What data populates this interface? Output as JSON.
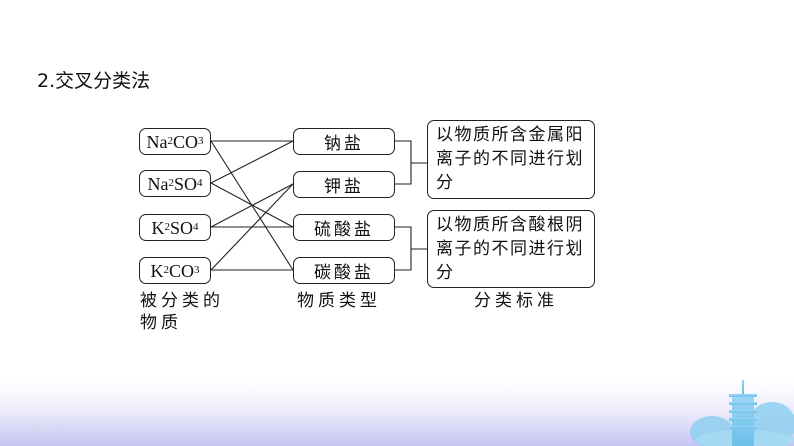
{
  "heading": "2.交叉分类法",
  "substances": [
    {
      "base": "Na",
      "sub1": "2",
      "mid": "CO",
      "sub2": "3"
    },
    {
      "base": "Na",
      "sub1": "2",
      "mid": "SO",
      "sub2": "4"
    },
    {
      "base": "K",
      "sub1": "2",
      "mid": "SO",
      "sub2": "4"
    },
    {
      "base": "K",
      "sub1": "2",
      "mid": "CO",
      "sub2": "3"
    }
  ],
  "types": [
    "钠盐",
    "钾盐",
    "硫酸盐",
    "碳酸盐"
  ],
  "standards": [
    "以物质所含金属阳离子的不同进行划分",
    "以物质所含酸根阴离子的不同进行划分"
  ],
  "captions": {
    "substances": "被分类的物质",
    "types": "物质类型",
    "standards": "分类标准"
  },
  "connections": [
    {
      "from": "Na2CO3",
      "to": "钠盐"
    },
    {
      "from": "Na2CO3",
      "to": "碳酸盐"
    },
    {
      "from": "Na2SO4",
      "to": "钠盐"
    },
    {
      "from": "Na2SO4",
      "to": "硫酸盐"
    },
    {
      "from": "K2SO4",
      "to": "钾盐"
    },
    {
      "from": "K2SO4",
      "to": "硫酸盐"
    },
    {
      "from": "K2CO3",
      "to": "钾盐"
    },
    {
      "from": "K2CO3",
      "to": "碳酸盐"
    }
  ],
  "footer_icons": [
    "back-arrow-icon",
    "menu-icon",
    "forward-icon"
  ],
  "colors": {
    "line": "#222222",
    "footer_gradient": "#c4c4f2",
    "tower": "#7ec8ee"
  }
}
